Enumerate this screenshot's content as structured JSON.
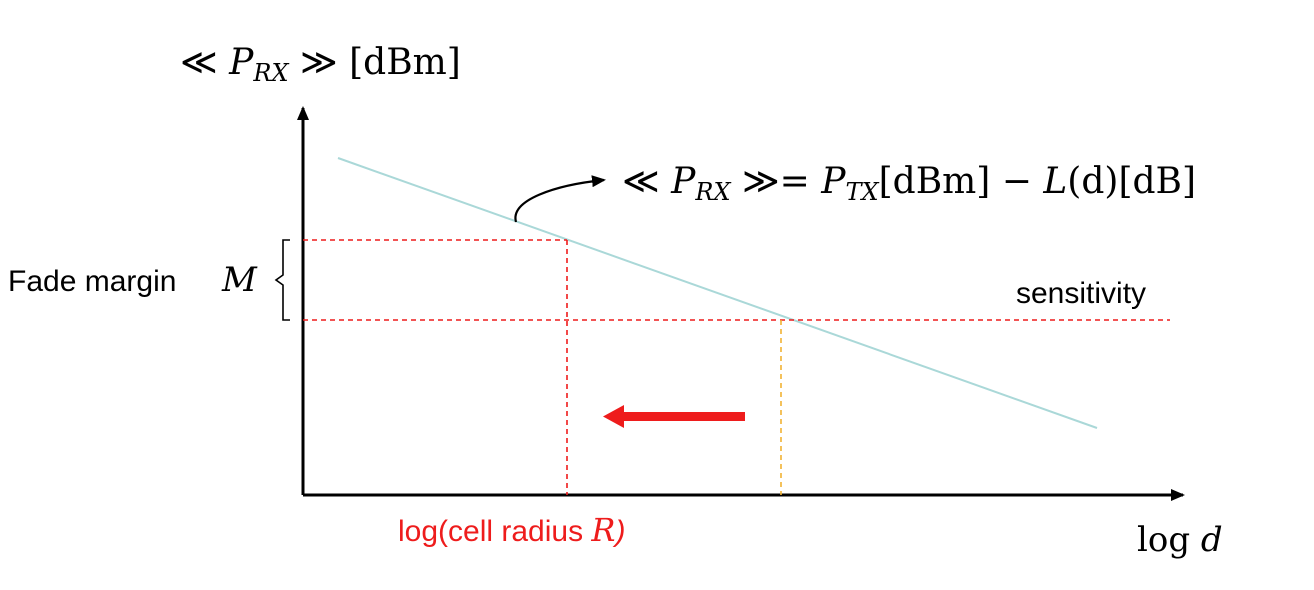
{
  "diagram": {
    "y_axis_label": {
      "left_bracket": "≪ ",
      "symbol": "P",
      "subscript": "RX",
      "right_bracket": " ≫ ",
      "unit": "[dBm]"
    },
    "x_axis_label": {
      "prefix": "log ",
      "symbol": "d"
    },
    "equation": {
      "left_bracket": "≪ ",
      "lhs_symbol": "P",
      "lhs_subscript": "RX",
      "right_bracket": " ≫= ",
      "rhs_symbol": "P",
      "rhs_subscript": "TX",
      "rhs_unit": "[dBm] − ",
      "loss": "L",
      "loss_arg": "(d)",
      "loss_unit": "[dB]"
    },
    "fade_margin": {
      "text": "Fade margin",
      "symbol": "M"
    },
    "sensitivity_label": "sensitivity",
    "cell_radius_label": {
      "text": "log(cell radius ",
      "symbol": "R",
      "close": ")"
    },
    "colors": {
      "path_loss_line": "#aad8d8",
      "dashed_red": "#ee1c1c",
      "dashed_orange": "#f2b233",
      "arrow_red": "#ee1c1c",
      "axis": "#000000"
    }
  }
}
